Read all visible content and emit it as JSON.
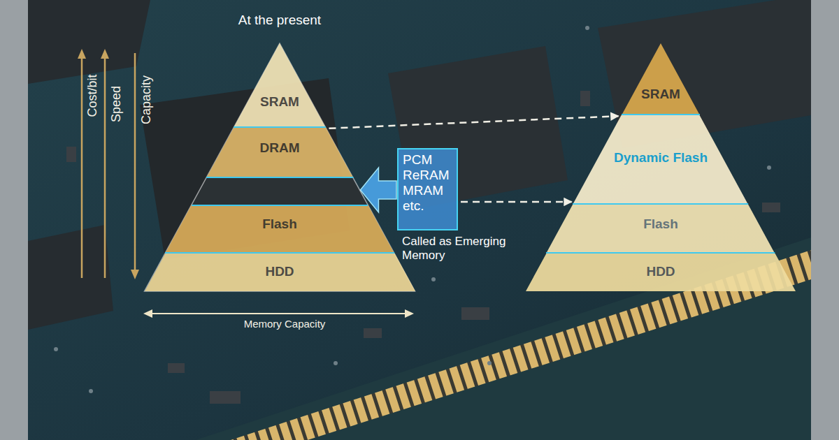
{
  "diagram": {
    "nodes": [
      {
        "text": [
          "At the present"
        ]
      },
      {
        "text": [
          "SRAM"
        ],
        "in": 0
      },
      {
        "text": [
          "DRAM"
        ],
        "in": 0
      },
      {
        "text": [
          "Flash"
        ],
        "in": 0
      },
      {
        "text": [
          "HDD"
        ],
        "in": 0
      },
      {
        "text": [
          "PCM ReRAM MRAM etc.",
          "Called as Emerging Memory"
        ]
      },
      {
        "text": [
          "SRAM"
        ]
      },
      {
        "text": [
          "Dynamic Flash"
        ]
      },
      {
        "text": [
          "Flash"
        ]
      },
      {
        "text": [
          "HDD"
        ]
      }
    ],
    "edges": [
      {
        "from": 5,
        "to": 0,
        "arrow": "to"
      },
      {
        "from": 2,
        "to": 7,
        "arrow": "to"
      },
      {
        "from": 5,
        "to": 7,
        "arrow": "to"
      }
    ],
    "labels": [
      "Cost/bit",
      "Speed",
      "Capacity",
      "Memory Capacity"
    ]
  }
}
